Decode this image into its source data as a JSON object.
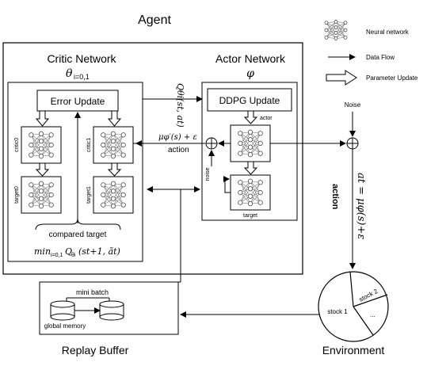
{
  "legend": {
    "neural_network": "Neural network",
    "data_flow": "Data Flow",
    "parameter_update": "Parameter Update"
  },
  "agent": {
    "title": "Agent"
  },
  "critic": {
    "title": "Critic Network",
    "param": "θ",
    "param_sub": "i=0,1",
    "error_update": "Error Update",
    "critic0": "critic0",
    "critic1": "critic1",
    "target0": "target0",
    "target1": "target1",
    "compared_target": "compared target",
    "min_label": "min",
    "min_sub": "i=0,1",
    "q_label": "Q",
    "q_sub": "θi",
    "q_args": "(st+1, ãt)"
  },
  "actor": {
    "title": "Actor Network",
    "param": "φ",
    "ddpg_update": "DDPG Update",
    "actor_label": "actor",
    "target_label": "target",
    "noise_label": "noise"
  },
  "flows": {
    "q_value": "Qθi(st, at)",
    "mu_prime": "μφ′(s) + ε",
    "action_left": "action",
    "noise": "Noise",
    "action_right": "action",
    "at_eq": "at = μφ(s)+ε"
  },
  "replay": {
    "title": "Replay Buffer",
    "mini_batch": "mini batch",
    "global_memory": "global memory"
  },
  "environment": {
    "title": "Environment",
    "stock1": "stock 1",
    "stock2": "stock 2",
    "more": "..."
  }
}
